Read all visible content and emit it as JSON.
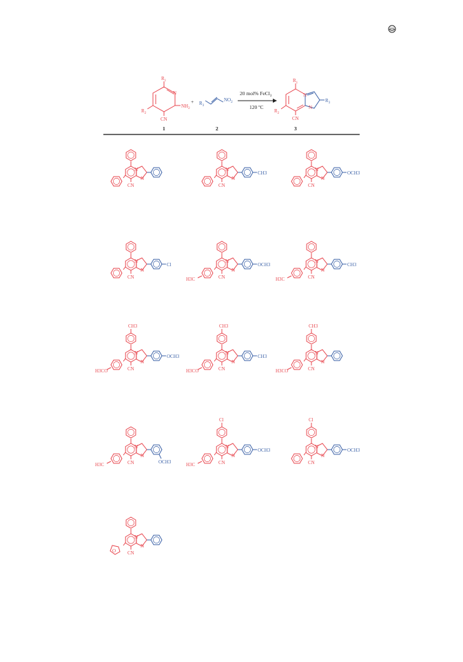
{
  "scheme": {
    "reactant1": {
      "r1": "R",
      "r1_sub": "1",
      "r2": "R",
      "r2_sub": "2",
      "nh2": "NH",
      "nh2_sub": "2",
      "cn": "CN",
      "n": "N",
      "label": "1"
    },
    "plus": "+",
    "reactant2": {
      "r3": "R",
      "r3_sub": "3",
      "no2": "NO",
      "no2_sub": "2",
      "label": "2"
    },
    "conditions": {
      "catalyst": "20 mol% FeCl",
      "catalyst_sub": "3",
      "temperature": "120 ºC"
    },
    "product": {
      "r1": "R",
      "r1_sub": "1",
      "r2": "R",
      "r2_sub": "2",
      "r3": "R",
      "r3_sub": "3",
      "cn": "CN",
      "n": "N",
      "label": "3"
    }
  },
  "products": [
    {
      "top": "Ph",
      "left": "Ph",
      "right": "Ph",
      "right_para": "",
      "right_meta": "",
      "cn": "CN",
      "n1": "N",
      "n2": "N"
    },
    {
      "top": "Ph",
      "left": "Ph",
      "right": "Ar",
      "right_para": "CH3",
      "right_meta": "",
      "cn": "CN",
      "n1": "N",
      "n2": "N"
    },
    {
      "top": "Ph",
      "left": "Ph",
      "right": "Ar",
      "right_para": "OCH3",
      "right_meta": "",
      "cn": "CN",
      "n1": "N",
      "n2": "N"
    },
    {
      "top": "Ph",
      "left": "Ph",
      "right": "Ar",
      "right_para": "Cl",
      "right_meta": "",
      "cn": "CN",
      "n1": "N",
      "n2": "N"
    },
    {
      "top": "Ph",
      "left": "H3C",
      "right": "Ar",
      "right_para": "OCH3",
      "right_meta": "",
      "cn": "CN",
      "n1": "N",
      "n2": "N"
    },
    {
      "top": "Ph",
      "left": "H3C",
      "right": "Ar",
      "right_para": "CH3",
      "right_meta": "",
      "cn": "CN",
      "n1": "N",
      "n2": "N"
    },
    {
      "top": "CH3",
      "left": "H3CO",
      "right": "Ar",
      "right_para": "OCH3",
      "right_meta": "",
      "cn": "CN",
      "n1": "N",
      "n2": "N"
    },
    {
      "top": "CH3",
      "left": "H3CO",
      "right": "Ar",
      "right_para": "CH3",
      "right_meta": "",
      "cn": "CN",
      "n1": "N",
      "n2": "N"
    },
    {
      "top": "CH3",
      "left": "H3CO",
      "right": "Ph",
      "right_para": "",
      "right_meta": "",
      "cn": "CN",
      "n1": "N",
      "n2": "N"
    },
    {
      "top": "Ph",
      "left": "H3C",
      "right": "Ar",
      "right_para": "",
      "right_meta": "OCH3",
      "cn": "CN",
      "n1": "N",
      "n2": "N"
    },
    {
      "top": "Cl",
      "left": "H3C",
      "right": "Ar",
      "right_para": "OCH3",
      "right_meta": "",
      "cn": "CN",
      "n1": "N",
      "n2": "N"
    },
    {
      "top": "Cl",
      "left": "Ph",
      "right": "Ar",
      "right_para": "OCH3",
      "right_meta": "",
      "cn": "CN",
      "n1": "N",
      "n2": "N"
    },
    {
      "top": "Ph",
      "left": "furyl",
      "right": "Ph",
      "right_para": "",
      "right_meta": "",
      "cn": "CN",
      "n1": "N",
      "n2": "N"
    }
  ],
  "colors": {
    "core": "#e8474f",
    "aryl": "#3d63a8",
    "text": "#222222",
    "rule": "#111111"
  },
  "icons": {
    "corner": "publisher-logo-icon"
  }
}
